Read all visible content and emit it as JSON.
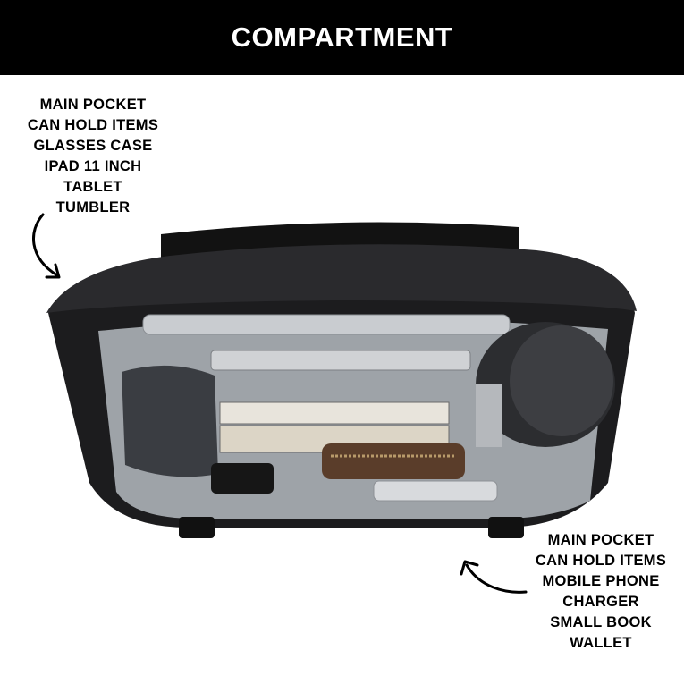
{
  "header": {
    "title": "COMPARTMENT"
  },
  "callout_top": {
    "lines": [
      "MAIN POCKET",
      "CAN HOLD ITEMS",
      "GLASSES CASE",
      "IPAD 11 INCH",
      "TABLET",
      "TUMBLER"
    ]
  },
  "callout_bottom": {
    "lines": [
      "MAIN POCKET",
      "CAN HOLD ITEMS",
      "MOBILE PHONE",
      "CHARGER",
      "SMALL BOOK",
      "WALLET"
    ]
  },
  "colors": {
    "header_bg": "#000000",
    "header_text": "#ffffff",
    "bag_body": "#1c1c1e",
    "bag_lining": "#9ea3a8"
  }
}
